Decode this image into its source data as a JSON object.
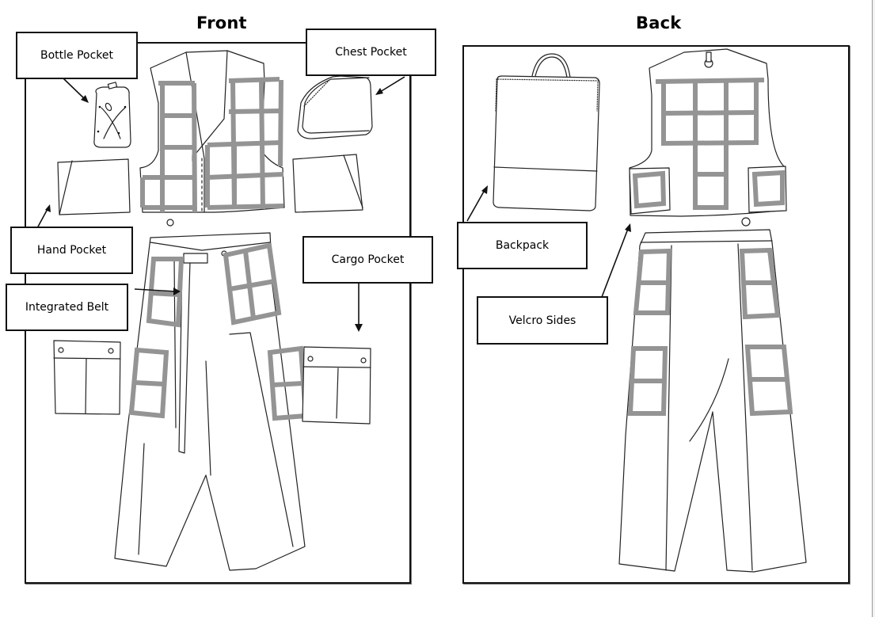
{
  "sections": {
    "front": {
      "title": "Front"
    },
    "back": {
      "title": "Back"
    }
  },
  "callouts": {
    "bottle_pocket": "Bottle Pocket",
    "chest_pocket": "Chest Pocket",
    "hand_pocket": "Hand Pocket",
    "integrated_belt": "Integrated Belt",
    "cargo_pocket": "Cargo Pocket",
    "backpack": "Backpack",
    "velcro_sides": "Velcro Sides"
  },
  "colors": {
    "outline": "#222222",
    "velcro_patch": "#949494",
    "background": "#ffffff"
  }
}
